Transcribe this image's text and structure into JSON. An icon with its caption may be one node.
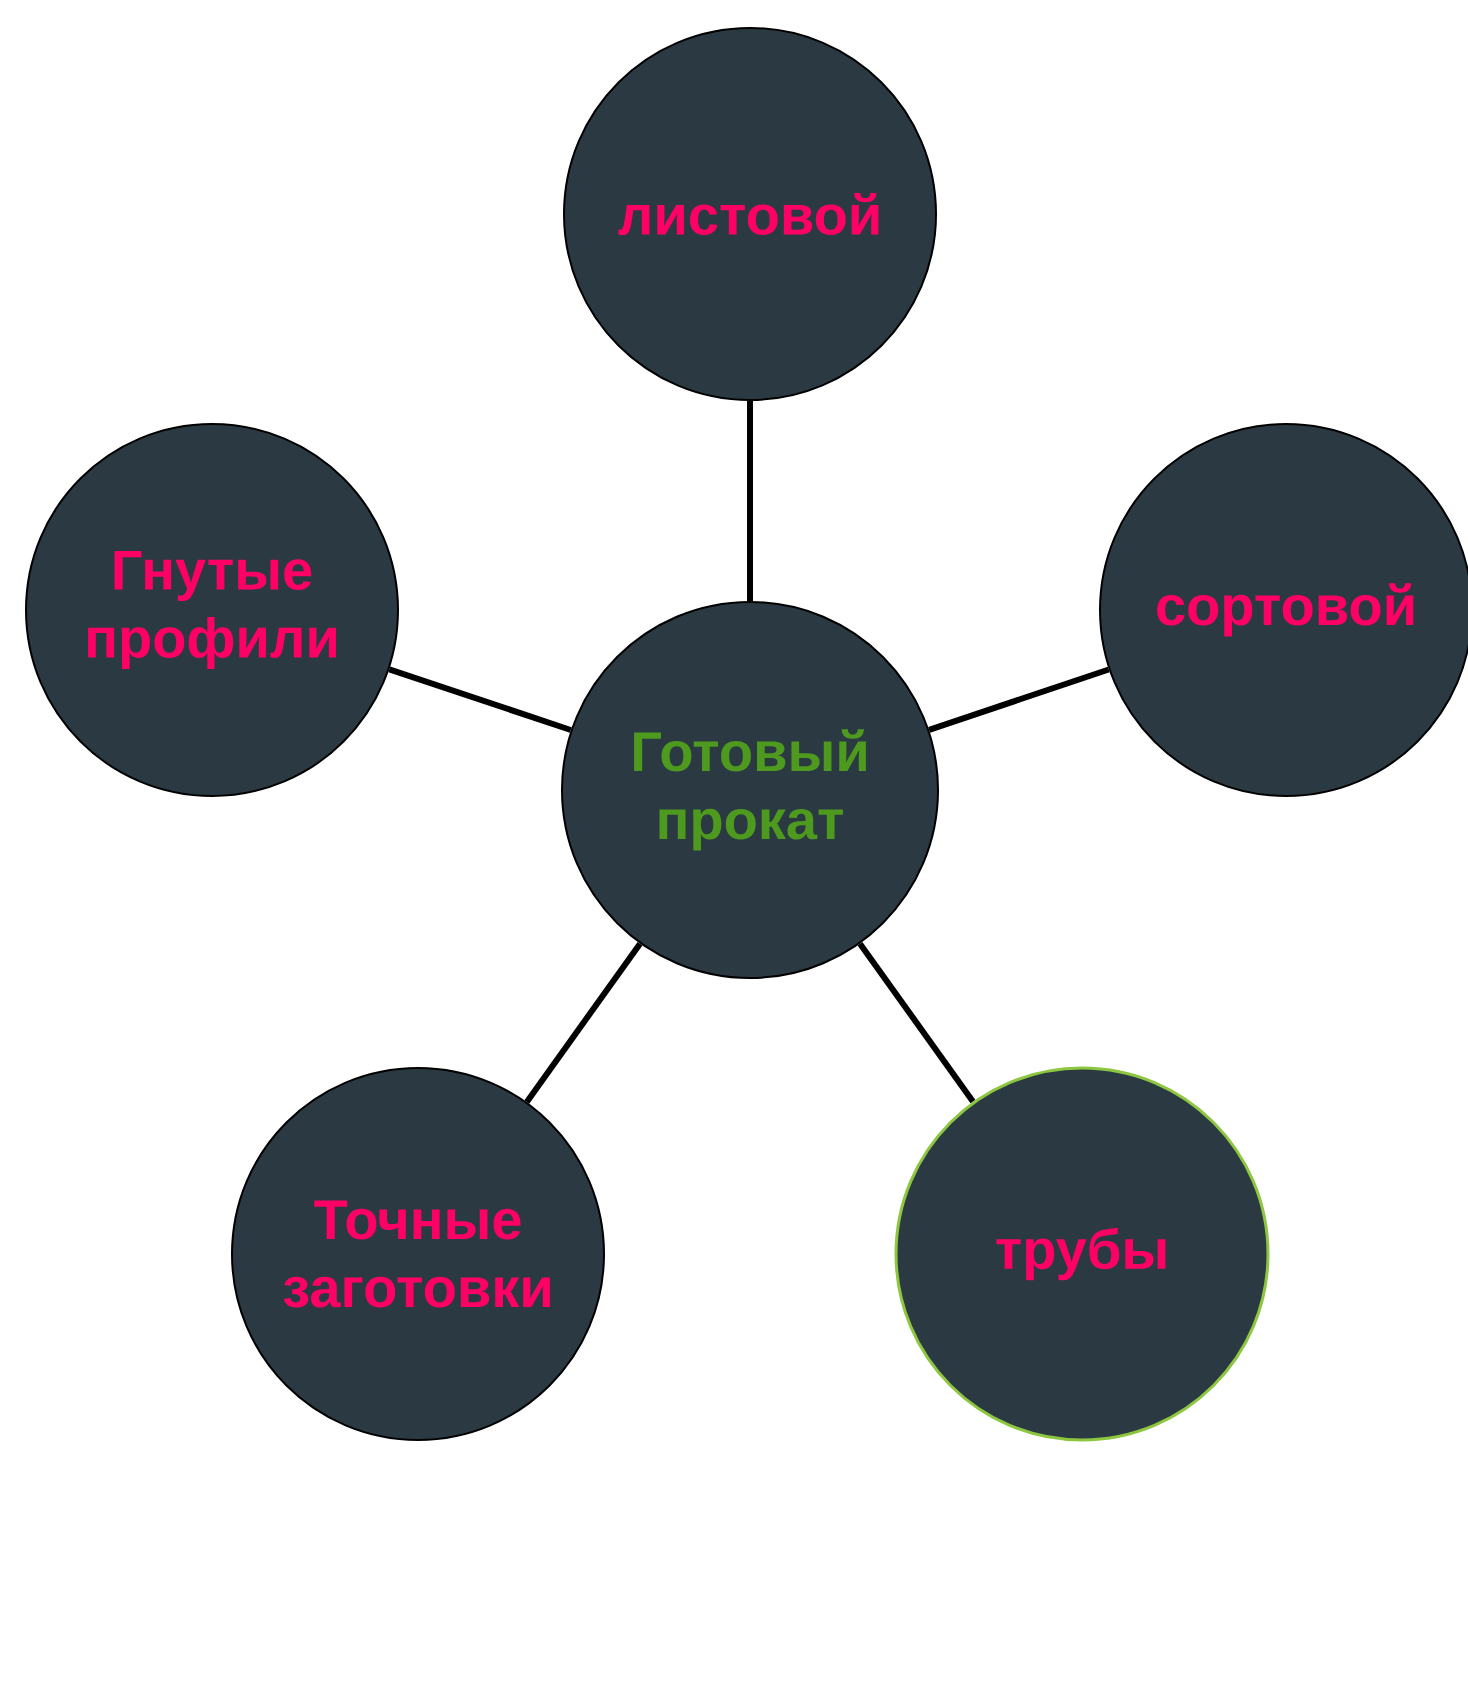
{
  "diagram": {
    "nodes": [
      {
        "text": [
          "Готовый прокат"
        ]
      },
      {
        "text": [
          "листовой"
        ]
      },
      {
        "text": [
          "сортовой"
        ]
      },
      {
        "text": [
          "трубы"
        ]
      },
      {
        "text": [
          "Точные заготовки"
        ]
      },
      {
        "text": [
          "Гнутые профили"
        ]
      }
    ],
    "edges": [
      {
        "from": 0,
        "to": 1,
        "arrow": "none"
      },
      {
        "from": 0,
        "to": 2,
        "arrow": "none"
      },
      {
        "from": 0,
        "to": 3,
        "arrow": "none"
      },
      {
        "from": 0,
        "to": 4,
        "arrow": "none"
      },
      {
        "from": 0,
        "to": 5,
        "arrow": "none"
      }
    ]
  }
}
